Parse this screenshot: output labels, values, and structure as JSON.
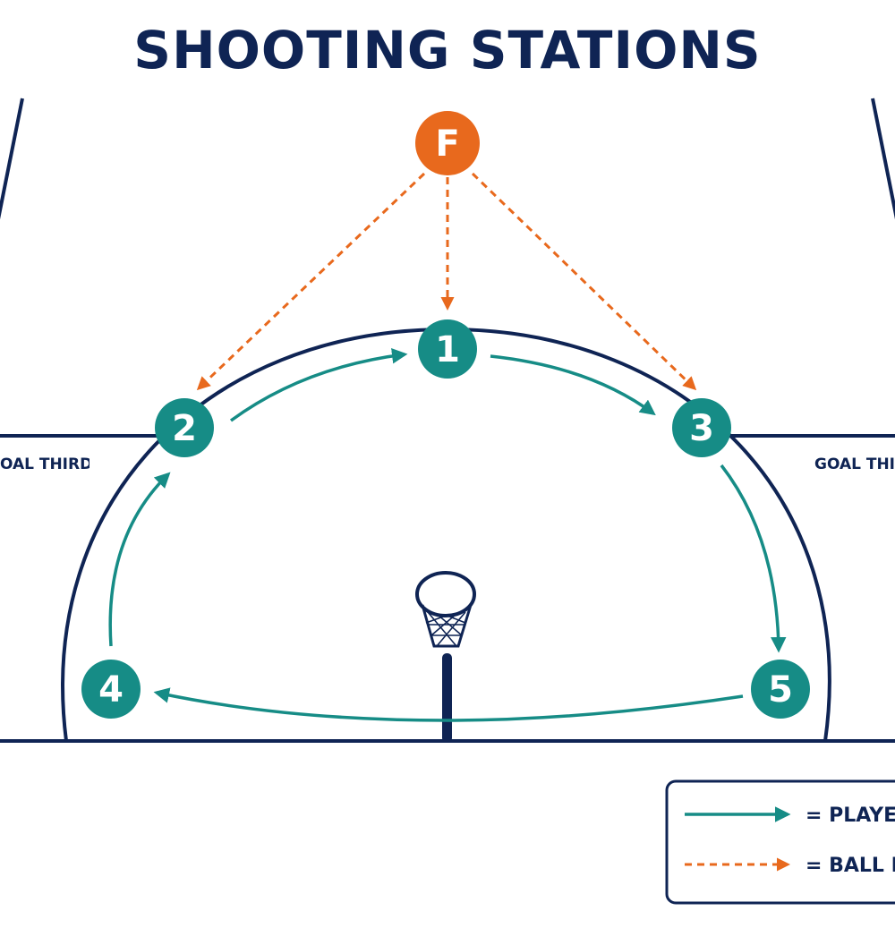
{
  "title": "SHOOTING STATIONS",
  "zones": {
    "left": "GOAL THIRD",
    "right": "GOAL THIRD"
  },
  "feeder": {
    "label": "F"
  },
  "stations": [
    "1",
    "2",
    "3",
    "4",
    "5"
  ],
  "legend": {
    "player_label": "= PLAYER MOVEMENT",
    "ball_label": "= BALL MOVEMENT"
  },
  "colors": {
    "navy": "#0f2454",
    "teal": "#168c86",
    "orange": "#e8691d"
  }
}
